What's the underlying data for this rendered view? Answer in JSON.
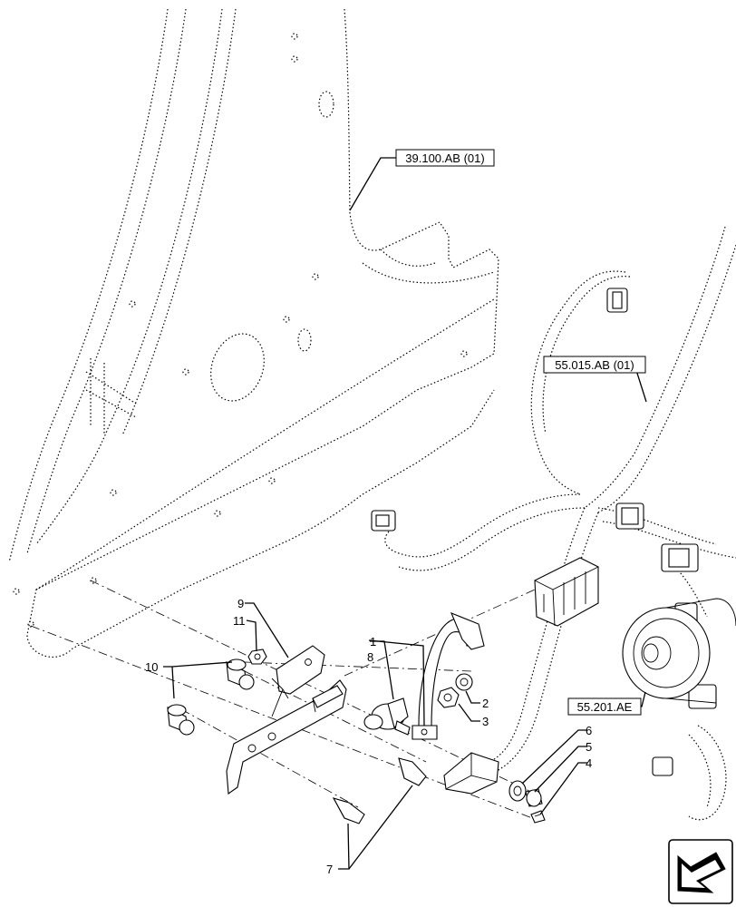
{
  "references": [
    {
      "id": "ref-39",
      "text": "39.100.AB (01)"
    },
    {
      "id": "ref-55-015",
      "text": "55.015.AB (01)"
    },
    {
      "id": "ref-55-201",
      "text": "55.201.AE"
    }
  ],
  "callouts": {
    "c1": "1",
    "c2": "2",
    "c3": "3",
    "c4": "4",
    "c5": "5",
    "c6": "6",
    "c7": "7",
    "c8": "8",
    "c9": "9",
    "c10": "10",
    "c11": "11"
  },
  "icons": {
    "nav": "arrow-nav-icon"
  }
}
